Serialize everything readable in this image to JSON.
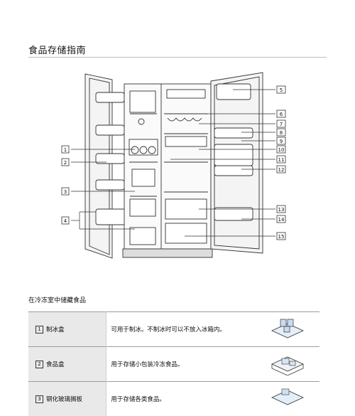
{
  "page": {
    "title": "食品存储指南",
    "section_title": "在冷冻室中储藏食品"
  },
  "callouts": {
    "left": [
      "1",
      "2",
      "3",
      "4"
    ],
    "right": [
      "5",
      "6",
      "7",
      "8",
      "9",
      "10",
      "11",
      "12",
      "13",
      "14",
      "15"
    ]
  },
  "rows": [
    {
      "num": "1",
      "name": "制冰盒",
      "desc": "可用于制冰。不制冰时可以不放入冰箱内。",
      "icon": "ice-tray-icon"
    },
    {
      "num": "2",
      "name": "食品盒",
      "desc": "用于存储小包装冷冻食品。",
      "icon": "food-box-icon"
    },
    {
      "num": "3",
      "name": "钢化玻璃搁板",
      "desc": "用于存储各类食品。",
      "icon": "glass-shelf-icon"
    }
  ]
}
